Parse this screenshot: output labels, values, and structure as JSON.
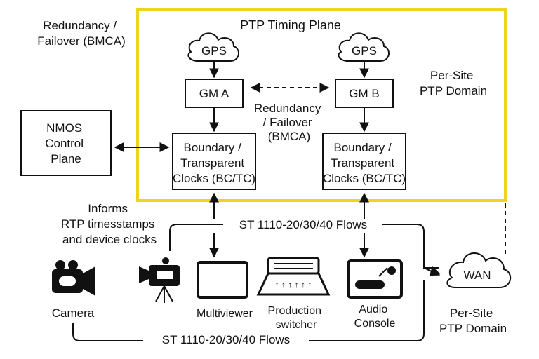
{
  "colors": {
    "timing_plane_border": "#F2D31B",
    "ink": "#111111"
  },
  "diagram": {
    "title": "PTP Timing Plane",
    "left_note": [
      "Redundancy /",
      "Failover (BMCA)"
    ],
    "center_note": [
      "Redundancy",
      "/ Failover",
      "(BMCA)"
    ],
    "per_site_top": [
      "Per-Site",
      "PTP Domain"
    ],
    "per_site_bottom": [
      "Per-Site",
      "PTP Domain"
    ],
    "gps_a": "GPS",
    "gps_b": "GPS",
    "gm_a": "GM A",
    "gm_b": "GM B",
    "bc_a": [
      "Boundary /",
      "Transparent",
      "Clocks (BC/TC)"
    ],
    "bc_b": [
      "Boundary /",
      "Transparent",
      "Clocks (BC/TC)"
    ],
    "nmos": [
      "NMOS",
      "Control",
      "Plane"
    ],
    "informs": [
      "Informs",
      "RTP timesstamps",
      "and device clocks"
    ],
    "flows_top": "ST 1110-20/30/40 Flows",
    "flows_bottom": "ST 1110-20/30/40 Flows",
    "wan": "WAN",
    "devices": {
      "camera": "Camera",
      "multiviewer": "Multiviewer",
      "production_switcher": [
        "Production",
        "switcher"
      ],
      "audio_console": [
        "Audio",
        "Console"
      ]
    },
    "icons": [
      "cloud-icon",
      "camera-icon",
      "video-camera-tripod-icon",
      "monitor-icon",
      "switcher-icon",
      "audio-console-icon"
    ]
  }
}
